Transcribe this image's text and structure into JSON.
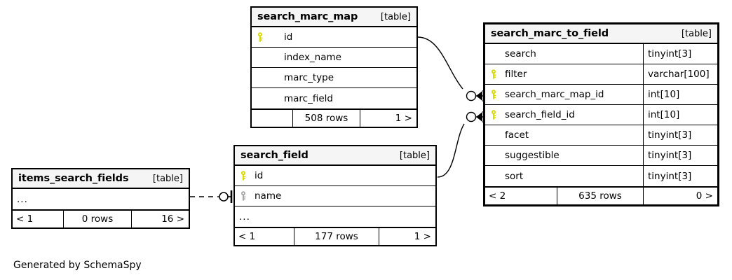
{
  "diagram": {
    "generator_caption": "Generated by SchemaSpy",
    "table_tag": "[table]",
    "ellipsis": "...",
    "colors": {
      "primary_key": "#d9d900",
      "unique_key": "#a8a8a8",
      "border": "#000000",
      "header_bg": "#f5f5f5",
      "page_bg": "#ffffff"
    }
  },
  "tables": {
    "search_marc_map": {
      "name": "search_marc_map",
      "tag": "[table]",
      "columns": [
        {
          "key": "primary",
          "name": "id",
          "type": ""
        },
        {
          "key": "none",
          "name": "index_name",
          "type": ""
        },
        {
          "key": "none",
          "name": "marc_type",
          "type": ""
        },
        {
          "key": "none",
          "name": "marc_field",
          "type": ""
        }
      ],
      "footer": {
        "left": "",
        "center": "508 rows",
        "right": "1 >"
      }
    },
    "search_marc_to_field": {
      "name": "search_marc_to_field",
      "tag": "[table]",
      "columns": [
        {
          "key": "none",
          "name": "search",
          "type": "tinyint[3]"
        },
        {
          "key": "primary",
          "name": "filter",
          "type": "varchar[100]"
        },
        {
          "key": "primary",
          "name": "search_marc_map_id",
          "type": "int[10]"
        },
        {
          "key": "primary",
          "name": "search_field_id",
          "type": "int[10]"
        },
        {
          "key": "none",
          "name": "facet",
          "type": "tinyint[3]"
        },
        {
          "key": "none",
          "name": "suggestible",
          "type": "tinyint[3]"
        },
        {
          "key": "none",
          "name": "sort",
          "type": "tinyint[3]"
        }
      ],
      "footer": {
        "left": "< 2",
        "center": "635 rows",
        "right": "0 >"
      }
    },
    "search_field": {
      "name": "search_field",
      "tag": "[table]",
      "columns": [
        {
          "key": "primary",
          "name": "id",
          "type": ""
        },
        {
          "key": "unique",
          "name": "name",
          "type": ""
        }
      ],
      "more_columns": "...",
      "footer": {
        "left": "< 1",
        "center": "177 rows",
        "right": "1 >"
      }
    },
    "items_search_fields": {
      "name": "items_search_fields",
      "tag": "[table]",
      "more_columns": "...",
      "footer": {
        "left": "< 1",
        "center": "0 rows",
        "right": "16 >"
      }
    }
  },
  "relationships": [
    {
      "name": "search_marc_map-to-search_marc_to_field",
      "from_table": "search_marc_map",
      "from_column": "id",
      "to_table": "search_marc_to_field",
      "to_column": "search_marc_map_id",
      "style": "solid"
    },
    {
      "name": "search_field-to-search_marc_to_field",
      "from_table": "search_field",
      "from_column": "id",
      "to_table": "search_marc_to_field",
      "to_column": "search_field_id",
      "style": "solid"
    },
    {
      "name": "items_search_fields-to-search_field",
      "from_table": "items_search_fields",
      "to_table": "search_field",
      "to_column": "name",
      "style": "dashed"
    }
  ]
}
